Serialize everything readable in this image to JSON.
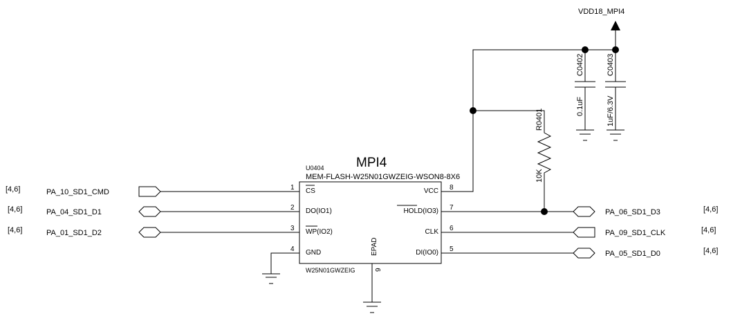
{
  "title": "MPI4",
  "power_rail": "VDD18_MPI4",
  "chip": {
    "refdes": "U0404",
    "part": "MEM-FLASH-W25N01GWZEIG-WSON8-8X6",
    "value": "W25N01GWZEIG",
    "epad_label": "EPAD",
    "epad_pin": "9",
    "pins_left": [
      {
        "num": "1",
        "label": "CS"
      },
      {
        "num": "2",
        "label": "DO(IO1)"
      },
      {
        "num": "3",
        "label": "WP(IO2)"
      },
      {
        "num": "4",
        "label": "GND"
      }
    ],
    "pins_right": [
      {
        "num": "8",
        "label": "VCC"
      },
      {
        "num": "7",
        "label": "HOLD(IO3)"
      },
      {
        "num": "6",
        "label": "CLK"
      },
      {
        "num": "5",
        "label": "DI(IO0)"
      }
    ]
  },
  "nets_left": [
    {
      "name": "PA_10_SD1_CMD",
      "ref": "[4,6]"
    },
    {
      "name": "PA_04_SD1_D1",
      "ref": "[4,6]"
    },
    {
      "name": "PA_01_SD1_D2",
      "ref": "[4,6]"
    }
  ],
  "nets_right": [
    {
      "name": "PA_06_SD1_D3",
      "ref": "[4,6]"
    },
    {
      "name": "PA_09_SD1_CLK",
      "ref": "[4,6]"
    },
    {
      "name": "PA_05_SD1_D0",
      "ref": "[4,6]"
    }
  ],
  "resistor": {
    "refdes": "R0401",
    "value": "10K"
  },
  "capacitors": [
    {
      "refdes": "C0402",
      "value": "0.1uF"
    },
    {
      "refdes": "C0403",
      "value": "1uF/6.3V"
    }
  ]
}
